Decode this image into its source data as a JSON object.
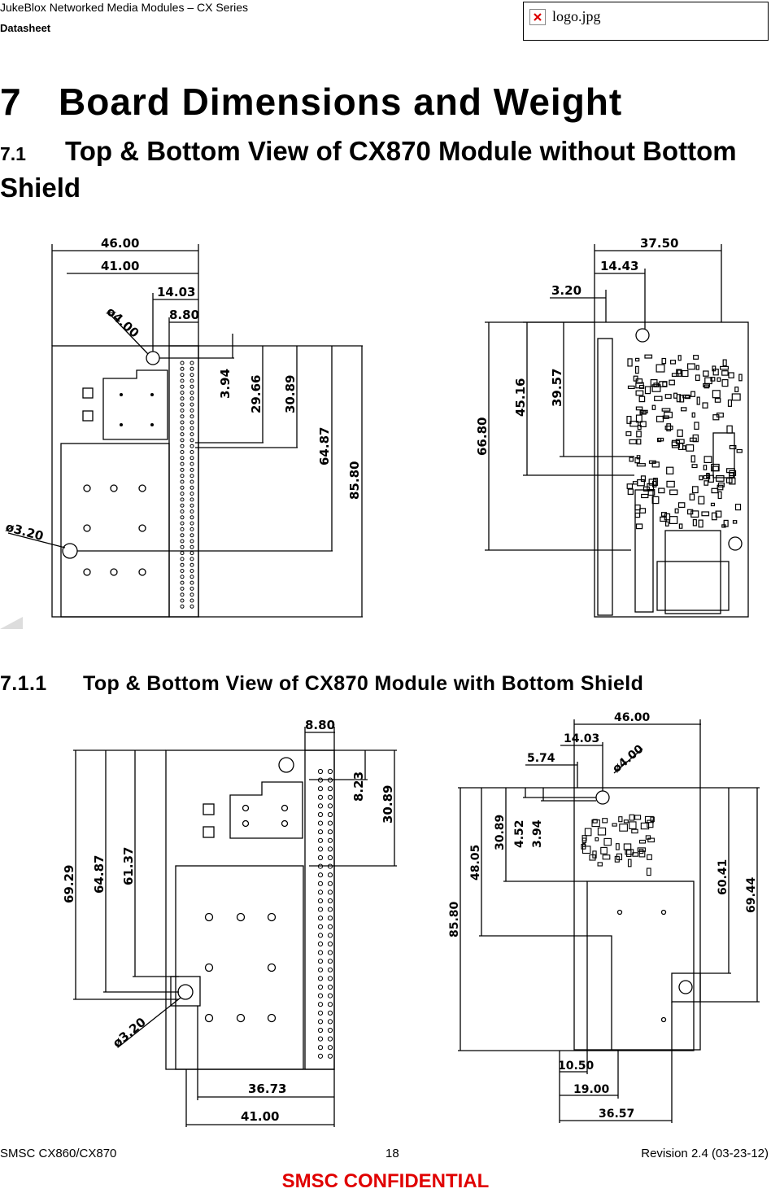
{
  "header": {
    "doc_title": "JukeBlox Networked Media Modules – CX Series",
    "doc_type": "Datasheet",
    "logo_alt": "logo.jpg"
  },
  "section": {
    "number": "7",
    "title": "Board Dimensions and Weight"
  },
  "subsection": {
    "number": "7.1",
    "title": "Top & Bottom View of CX870 Module without Bottom Shield"
  },
  "subsubsection": {
    "number": "7.1.1",
    "title": "Top & Bottom View of CX870 Module with Bottom Shield"
  },
  "figure1": {
    "left_dims": [
      "46.00",
      "41.00",
      "14.03",
      "8.80",
      "ø4.00",
      "3.94",
      "29.66",
      "30.89",
      "64.87",
      "85.80",
      "ø3.20"
    ],
    "right_dims": [
      "37.50",
      "14.43",
      "3.20",
      "66.80",
      "45.16",
      "39.57"
    ]
  },
  "figure2": {
    "left_dims": [
      "8.80",
      "8.23",
      "30.89",
      "69.29",
      "64.87",
      "61.37",
      "ø3.20",
      "36.73",
      "41.00"
    ],
    "right_dims": [
      "46.00",
      "14.03",
      "5.74",
      "ø4.00",
      "30.89",
      "4.52",
      "3.94",
      "48.05",
      "85.80",
      "60.41",
      "69.44",
      "10.50",
      "19.00",
      "36.57"
    ]
  },
  "footer": {
    "part": "SMSC CX860/CX870",
    "page": "18",
    "revision": "Revision 2.4 (03-23-12)",
    "confidential": "SMSC CONFIDENTIAL"
  }
}
